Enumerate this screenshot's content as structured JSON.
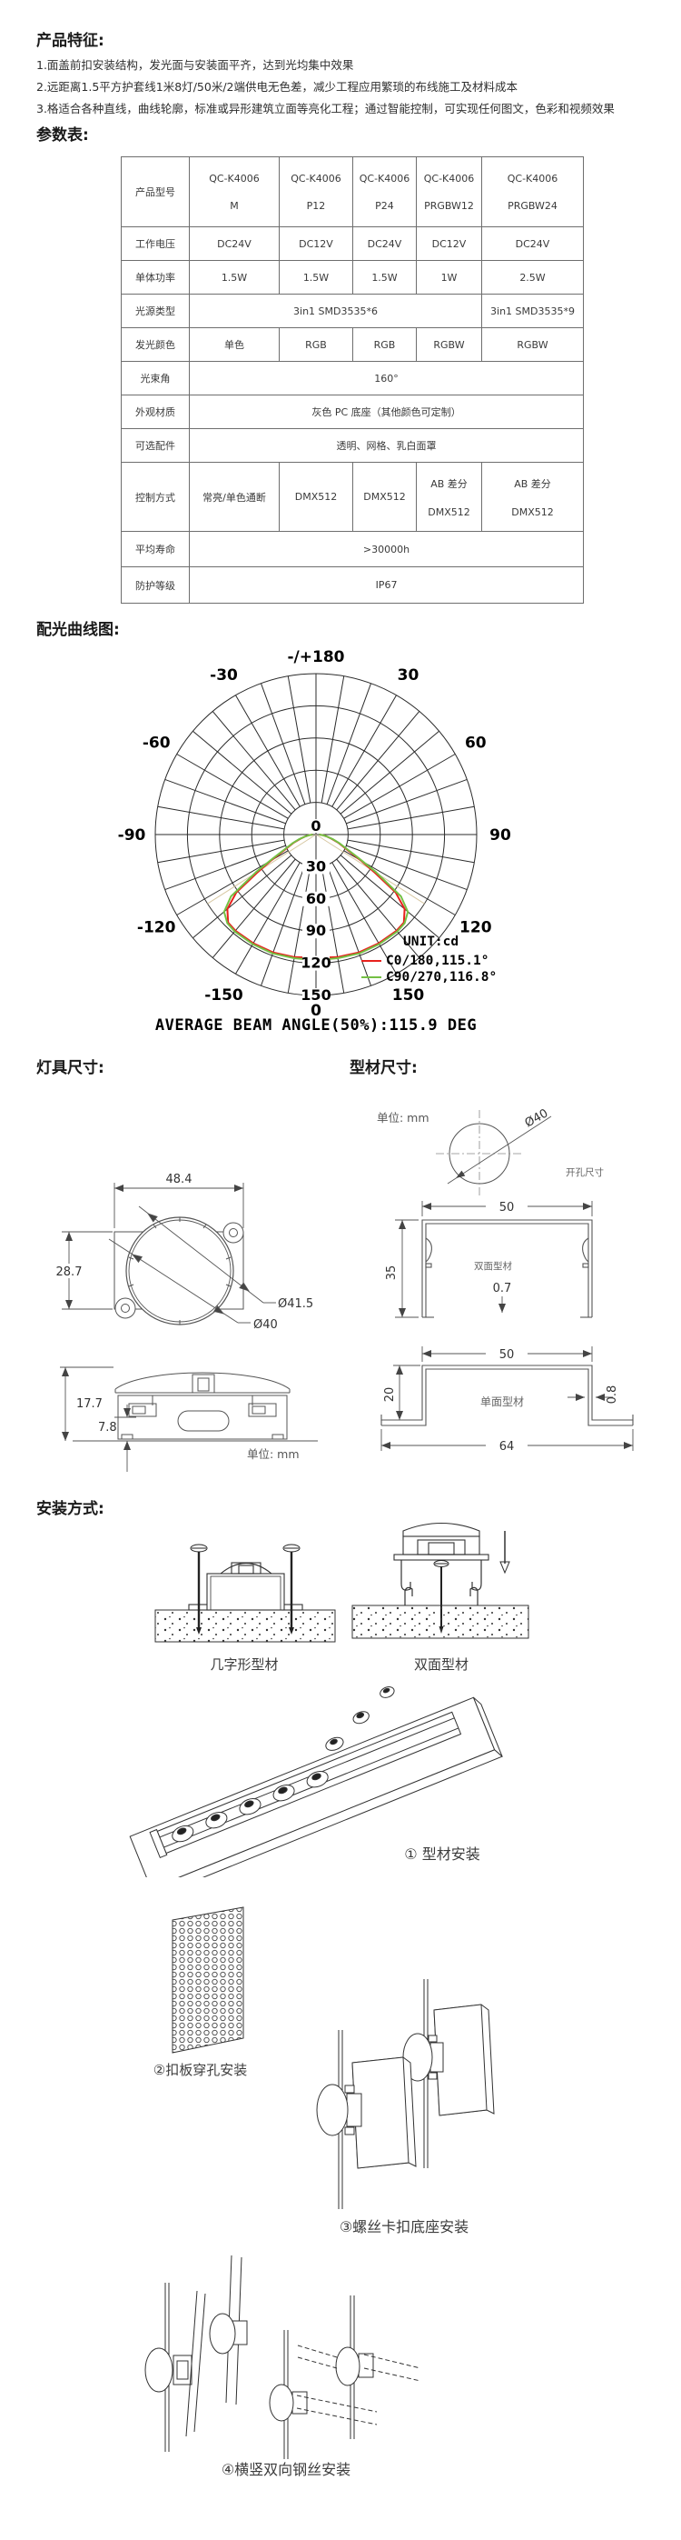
{
  "features": {
    "title": "产品特征:",
    "items": [
      "1.面盖前扣安装结构，发光面与安装面平齐，达到光均集中效果",
      "2.远距离1.5平方护套线1米8灯/50米/2端供电无色差，减少工程应用繁琐的布线施工及材料成本",
      "3.格适合各种直线，曲线轮廓，标准或异形建筑立面等亮化工程；通过智能控制，可实现任何图文，色彩和视频效果"
    ]
  },
  "params": {
    "title": "参数表:",
    "model_row": {
      "label": "产品型号",
      "models": [
        {
          "line1": "QC-K4006",
          "line2": "M"
        },
        {
          "line1": "QC-K4006",
          "line2": "P12"
        },
        {
          "line1": "QC-K4006",
          "line2": "P24"
        },
        {
          "line1": "QC-K4006",
          "line2": "PRGBW12"
        },
        {
          "line1": "QC-K4006",
          "line2": "PRGBW24"
        }
      ]
    },
    "voltage": {
      "label": "工作电压",
      "cells": [
        "DC24V",
        "DC12V",
        "DC24V",
        "DC12V",
        "DC24V"
      ]
    },
    "power": {
      "label": "单体功率",
      "cells": [
        "1.5W",
        "1.5W",
        "1.5W",
        "1W",
        "2.5W"
      ]
    },
    "source": {
      "label": "光源类型",
      "cell_a": "3in1 SMD3535*6",
      "cell_b": "3in1 SMD3535*9"
    },
    "color": {
      "label": "发光颜色",
      "cells": [
        "单色",
        "RGB",
        "RGB",
        "RGBW",
        "RGBW"
      ]
    },
    "beam": {
      "label": "光束角",
      "value": "160°"
    },
    "material": {
      "label": "外观材质",
      "value": "灰色 PC 底座（其他颜色可定制）"
    },
    "accessory": {
      "label": "可选配件",
      "value": "透明、网格、乳白面罩"
    },
    "control": {
      "label": "控制方式",
      "cells": [
        "常亮/单色通断",
        "DMX512",
        "DMX512"
      ],
      "ab_line1": "AB 差分",
      "ab_line2": "DMX512"
    },
    "life": {
      "label": "平均寿命",
      "value": ">30000h"
    },
    "ip": {
      "label": "防护等级",
      "value": "IP67"
    }
  },
  "chart_data": {
    "type": "polar_photometric",
    "title": "配光曲线图:",
    "unit_label": "UNIT:cd",
    "caption": "AVERAGE BEAM ANGLE(50%):115.9 DEG",
    "top_label": "-/+180",
    "bottom_label": "0",
    "center_label": "0",
    "angle_step_deg": 10,
    "angle_labels": [
      30,
      60,
      90,
      120,
      150
    ],
    "ring_values": [
      30,
      60,
      90,
      120,
      150
    ],
    "grid_color": "#2b2b2b",
    "beam_lines": {
      "angles": [
        -57.5,
        57.5
      ],
      "radius_cd": 120,
      "color": "#d8c8a4"
    },
    "series": [
      {
        "name": "C0/180,115.1°",
        "color": "#e8211d",
        "half_points": [
          [
            0,
            115
          ],
          [
            10,
            116
          ],
          [
            20,
            117
          ],
          [
            30,
            117
          ],
          [
            40,
            117
          ],
          [
            45,
            116
          ],
          [
            50,
            108
          ],
          [
            54,
            92
          ],
          [
            57,
            66
          ],
          [
            60,
            48
          ],
          [
            65,
            30
          ],
          [
            70,
            22
          ],
          [
            75,
            15
          ],
          [
            80,
            10
          ],
          [
            85,
            6
          ],
          [
            90,
            3
          ]
        ]
      },
      {
        "name": "C90/270,116.8°",
        "color": "#74c044",
        "half_points": [
          [
            0,
            117
          ],
          [
            10,
            117
          ],
          [
            20,
            118
          ],
          [
            30,
            118
          ],
          [
            40,
            118
          ],
          [
            45,
            117
          ],
          [
            50,
            112
          ],
          [
            54,
            98
          ],
          [
            58,
            66
          ],
          [
            61,
            46
          ],
          [
            65,
            32
          ],
          [
            70,
            23
          ],
          [
            75,
            16
          ],
          [
            80,
            10
          ],
          [
            85,
            6
          ],
          [
            90,
            3
          ]
        ]
      }
    ]
  },
  "fixture_dims": {
    "title": "灯具尺寸:",
    "top_view": {
      "width": "48.4",
      "height": "28.7",
      "outer_dia": "Ø41.5",
      "inner_dia": "Ø40"
    },
    "side_view": {
      "height": "17.7",
      "base_height": "7.8",
      "unit": "单位: mm"
    }
  },
  "profile_dims": {
    "title": "型材尺寸:",
    "unit": "单位: mm",
    "hole_dia": "Ø40",
    "hole_label": "开孔尺寸",
    "double_profile": {
      "width": "50",
      "height": "35",
      "thickness": "0.7",
      "label": "双面型材"
    },
    "single_profile": {
      "width": "50",
      "height": "20",
      "thickness": "0.8",
      "bottom_width": "64",
      "label": "单面型材"
    }
  },
  "install": {
    "title": "安装方式:",
    "profile1": "几字形型材",
    "profile2": "双面型材",
    "step1": "① 型材安装",
    "step2": "②扣板穿孔安装",
    "step3": "③螺丝卡扣底座安装",
    "step4": "④横竖双向钢丝安装"
  }
}
